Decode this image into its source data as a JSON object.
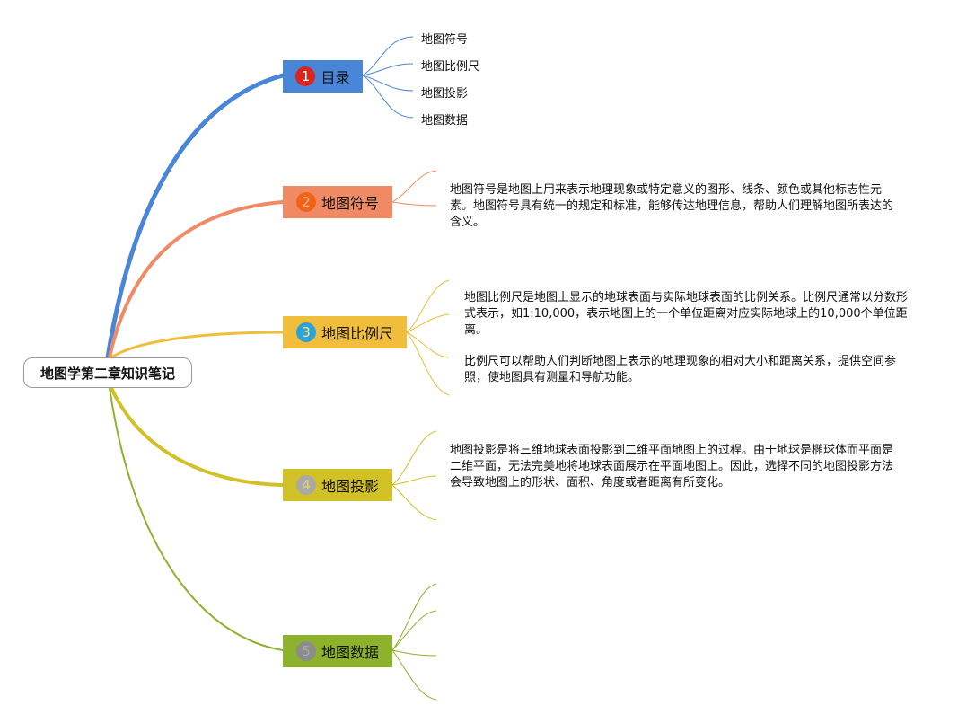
{
  "root": {
    "label": "地图学第二章知识笔记"
  },
  "branches": [
    {
      "num": "1",
      "label": "目录",
      "color": "#4a86d8",
      "badge_color": "#d9261c"
    },
    {
      "num": "2",
      "label": "地图符号",
      "color": "#f08a65",
      "badge_color": "#ef6417"
    },
    {
      "num": "3",
      "label": "地图比例尺",
      "color": "#f0be3a",
      "badge_color": "#2ba3d8"
    },
    {
      "num": "4",
      "label": "地图投影",
      "color": "#d2c027",
      "badge_color": "#a9a9a9"
    },
    {
      "num": "5",
      "label": "地图数据",
      "color": "#8db22c",
      "badge_color": "#8c8c8c"
    }
  ],
  "toc_items": [
    "地图符号",
    "地图比例尺",
    "地图投影",
    "地图数据"
  ],
  "notes": {
    "symbol": "地图符号是地图上用来表示地理现象或特定意义的图形、线条、颜色或其他标志性元素。地图符号具有统一的规定和标准，能够传达地理信息，帮助人们理解地图所表达的含义。",
    "scale_1": "地图比例尺是地图上显示的地球表面与实际地球表面的比例关系。比例尺通常以分数形式表示，如1:10,000，表示地图上的一个单位距离对应实际地球上的10,000个单位距离。",
    "scale_2": "比例尺可以帮助人们判断地图上表示的地理现象的相对大小和距离关系，提供空间参照，使地图具有测量和导航功能。",
    "projection": "地图投影是将三维地球表面投影到二维平面地图上的过程。由于地球是椭球体而平面是二维平面，无法完美地将地球表面展示在平面地图上。因此，选择不同的地图投影方法会导致地图上的形状、面积、角度或者距离有所变化。"
  }
}
